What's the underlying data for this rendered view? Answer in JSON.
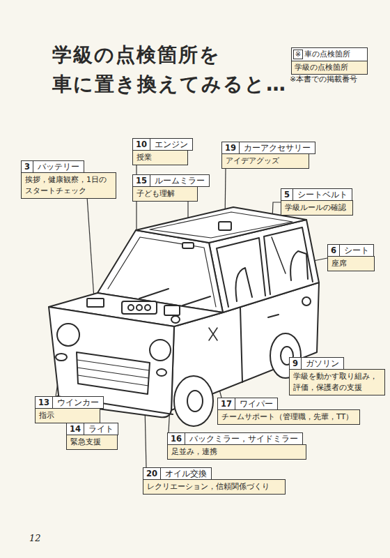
{
  "diagram": {
    "title": "学級の点検箇所を 車に置き換えてみると…",
    "nodes": [
      {
        "text": [
          "10",
          "エンジン",
          "授業"
        ]
      },
      {
        "text": [
          "19",
          "カーアクセサリー",
          "アイデアグッズ"
        ]
      },
      {
        "text": [
          "3",
          "バッテリー",
          "挨拶，健康観察，1日の スタートチェック"
        ]
      },
      {
        "text": [
          "15",
          "ルームミラー",
          "子ども理解"
        ]
      },
      {
        "text": [
          "5",
          "シートベルト",
          "学級ルールの確認"
        ]
      },
      {
        "text": [
          "6",
          "シート",
          "座席"
        ]
      },
      {
        "text": [
          "9",
          "ガソリン",
          "学級を動かす取り組み， 評価，保護者の支援"
        ]
      },
      {
        "text": [
          "13",
          "ウインカー",
          "指示"
        ]
      },
      {
        "text": [
          "17",
          "ワイパー",
          "チームサポート（管理職，先輩，TT）"
        ]
      },
      {
        "text": [
          "14",
          "ライト",
          "緊急支援"
        ]
      },
      {
        "text": [
          "16",
          "バックミラー，サイドミラー",
          "足並み，連携"
        ]
      },
      {
        "text": [
          "20",
          "オイル交換",
          "レクリエーション，信頼関係づくり"
        ]
      }
    ],
    "labels": [
      "※",
      "※本書での掲載番号",
      "12"
    ],
    "legend": [
      {
        "text": "車の点検箇所"
      },
      {
        "text": "学級の点検箇所",
        "color": "#fbf1d2"
      }
    ]
  }
}
